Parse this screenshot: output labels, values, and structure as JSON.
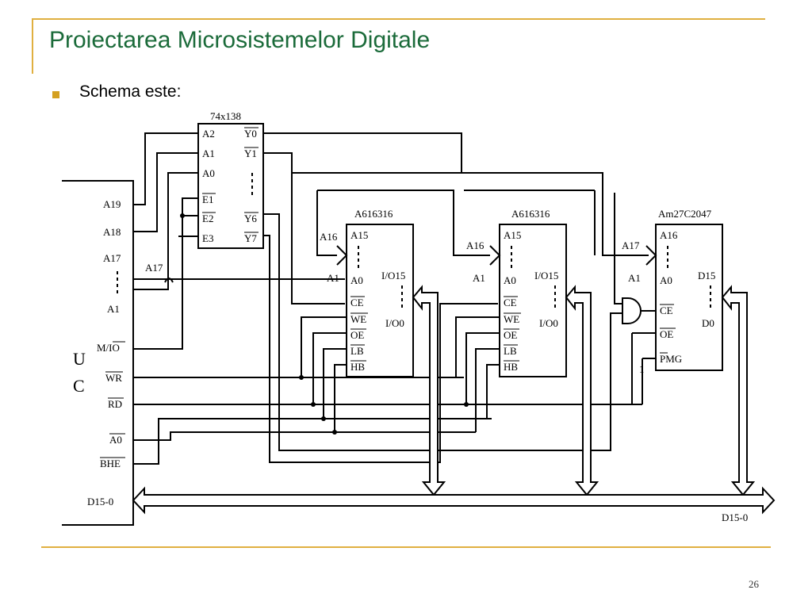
{
  "slide": {
    "title": "Proiectarea Microsistemelor Digitale",
    "bullet": "Schema este:",
    "page_number": "26"
  },
  "schematic": {
    "uc_labels": [
      "A19",
      "A18",
      "A17",
      "A1",
      "M/IO",
      "WR",
      "RD",
      "A0",
      "BHE",
      "D15-0"
    ],
    "uc_name": [
      "U",
      "C"
    ],
    "decoder": {
      "name": "74x138",
      "inputs": [
        "A2",
        "A1",
        "A0",
        "E1",
        "E2",
        "E3"
      ],
      "outputs": [
        "Y0",
        "Y1",
        "Y6",
        "Y7"
      ]
    },
    "ram1": {
      "name": "A616316",
      "pins_left": [
        "A15",
        "A0",
        "CE",
        "WE",
        "OE",
        "LB",
        "HB"
      ],
      "pins_right": [
        "I/O15",
        "I/O0"
      ],
      "ext_labels": [
        "A16",
        "A1"
      ]
    },
    "ram2": {
      "name": "A616316",
      "pins_left": [
        "A15",
        "A0",
        "CE",
        "WE",
        "OE",
        "LB",
        "HB"
      ],
      "pins_right": [
        "I/O15",
        "I/O0"
      ],
      "ext_labels": [
        "A16",
        "A1"
      ]
    },
    "eprom": {
      "name": "Am27C2047",
      "pins_left": [
        "A16",
        "A0",
        "CE",
        "OE",
        "PMG"
      ],
      "pins_right": [
        "D15",
        "D0"
      ],
      "ext_labels": [
        "A17",
        "A1"
      ],
      "pmg_level": "1"
    },
    "a17_label": "A17",
    "bus_label": "D15-0"
  }
}
